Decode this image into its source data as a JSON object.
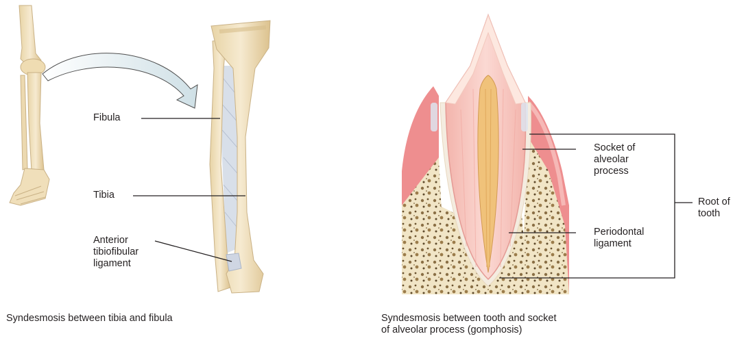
{
  "left_panel": {
    "labels": {
      "fibula": "Fibula",
      "tibia": "Tibia",
      "ligament": "Anterior\ntibiofibular\nligament"
    },
    "caption": "Syndesmosis between tibia and fibula"
  },
  "right_panel": {
    "labels": {
      "socket": "Socket of\nalveolar\nprocess",
      "periodontal": "Periodontal\nligament",
      "root": "Root of\ntooth"
    },
    "caption": "Syndesmosis between tooth and socket\nof alveolar process (gomphosis)"
  },
  "colors": {
    "bone": "#f2e3c0",
    "bone_shade": "#e3cc9b",
    "membrane": "#d4dbe7",
    "gum": "#ee8e8f",
    "pulp": "#f0c27a",
    "dentin": "#f8c9c2",
    "enamel": "#fde8e0",
    "leader_line": "#231f20"
  }
}
